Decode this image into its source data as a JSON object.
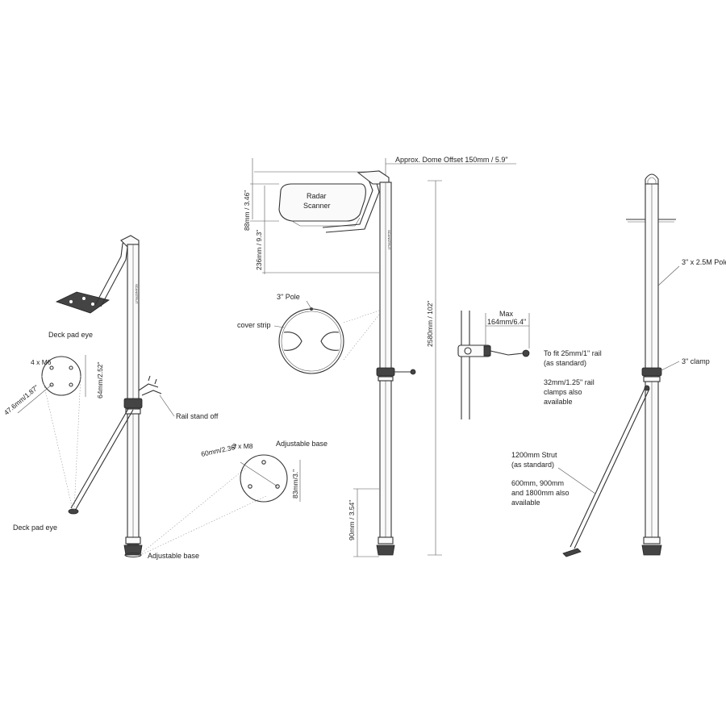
{
  "labels": {
    "deck_pad_eye_top": "Deck pad eye",
    "four_m6": "4 x M6",
    "dim_4p7": "47.6mm/1.87\"",
    "dim_64": "64mm/2.52\"",
    "rail_stand_off": "Rail stand off",
    "deck_pad_eye_bottom": "Deck pad eye",
    "adjustable_base_left": "Adjustable base",
    "three_m8": "3 x M8",
    "adjustable_base_mid": "Adjustable base",
    "dim_60": "60mm/2.36\"",
    "dim_83": "83mm/3.\"",
    "dome_offset": "Approx. Dome Offset   150mm / 5.9\"",
    "radar_line1": "Radar",
    "radar_line2": "Scanner",
    "dim_88": "88mm / 3.46\"",
    "dim_236": "236mm / 9.3\"",
    "three_inch_pole_mid": "3\" Pole",
    "cover_strip": "cover strip",
    "dim_2580": "2580mm / 102\"",
    "dim_90": "90mm / 3.54\"",
    "max": "Max",
    "max_dim": "164mm/6.4\"",
    "to_fit_1": "To fit 25mm/1\" rail",
    "to_fit_2": "(as standard)",
    "clamps_1": "32mm/1.25\" rail",
    "clamps_2": "clamps also",
    "clamps_3": "available",
    "pole_2p5": "3\" x 2.5M Pole",
    "clamp_3": "3\" clamp",
    "strut_1": "1200mm Strut",
    "strut_2": "(as standard)",
    "strut_opt_1": "600mm, 900mm",
    "strut_opt_2": "and 1800mm also",
    "strut_opt_3": "available",
    "brand": "SCANSTRUT"
  }
}
